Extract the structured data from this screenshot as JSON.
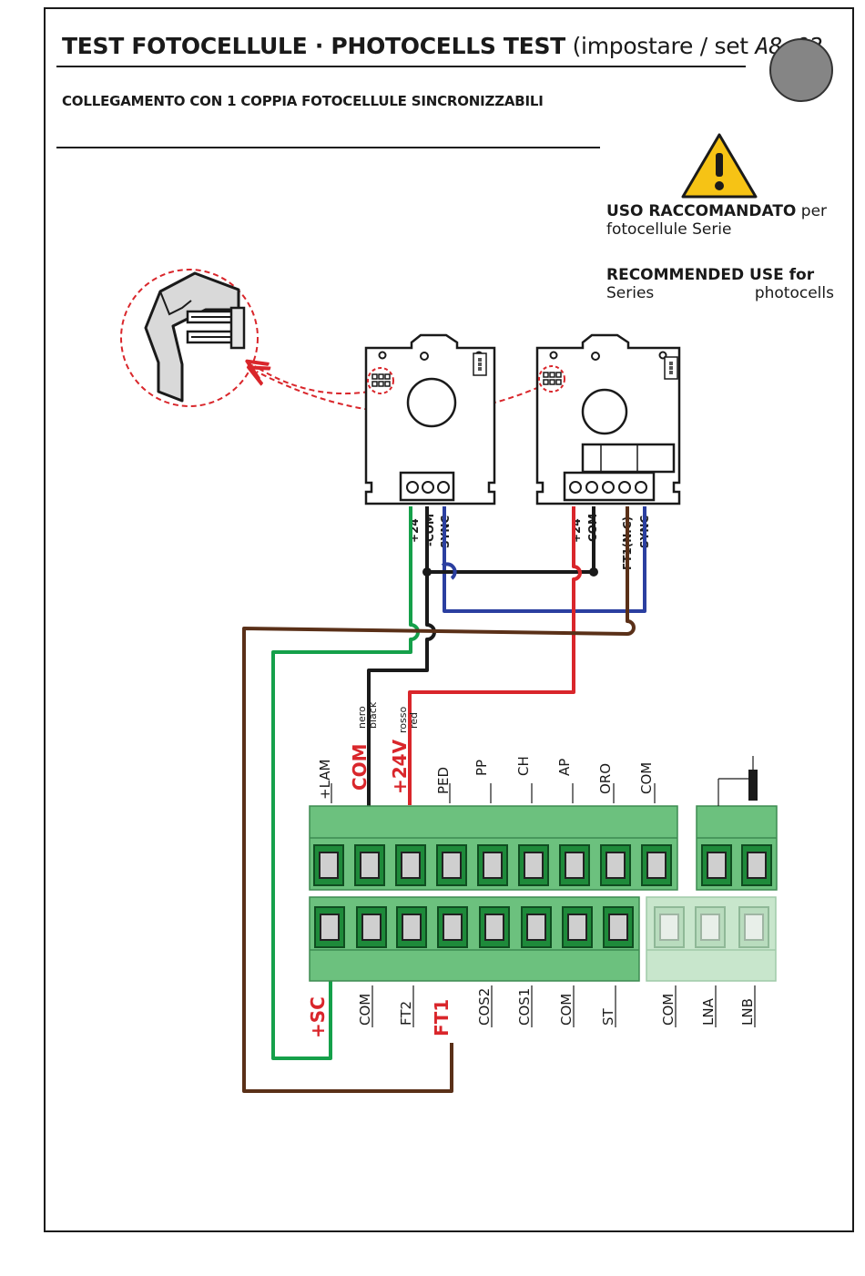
{
  "header": {
    "title_bold": "TEST FOTOCELLULE · PHOTOCELLS TEST",
    "title_rest": "(impostare / set",
    "setting_code": "A8 02",
    "subtitle": "COLLEGAMENTO CON 1 COPPIA FOTOCELLULE  SINCRONIZZABILI"
  },
  "notes": {
    "it_bold": "USO RACCOMANDATO",
    "it_rest": "per",
    "it_line2": "fotocellule Serie",
    "en_bold": "RECOMMENDED USE for",
    "en_word1": "Series",
    "en_word2": "photocells"
  },
  "photocell_left": {
    "terminals": [
      "+24",
      "-COM",
      "SYNC"
    ]
  },
  "photocell_right": {
    "terminals": [
      "+24",
      "-COM",
      "FT1(N.C)",
      "SYNC"
    ]
  },
  "wire_labels": {
    "black_it": "nero",
    "black_en": "black",
    "red_it": "rosso",
    "red_en": "red"
  },
  "board_top_labels": [
    "+LAM",
    "COM",
    "+24V",
    "PED",
    "PP",
    "CH",
    "AP",
    "ORO",
    "COM"
  ],
  "board_bottom_labels": [
    "+SC",
    "COM",
    "FT2",
    "FT1",
    "COS2",
    "COS1",
    "COM",
    "ST",
    "COM",
    "LNA",
    "LNB"
  ],
  "colors": {
    "wire_green": "#15a04a",
    "wire_black": "#1a1a1a",
    "wire_blue": "#2b3fa0",
    "wire_red": "#d9262b",
    "wire_brown": "#5a3018",
    "terminal_green": "#6cc17e",
    "terminal_dark": "#1e8a3a",
    "terminal_faded": "#c8e6cc",
    "dashed_red": "#d9262b",
    "warning_yellow": "#f6c315",
    "label_red": "#d9262b"
  },
  "icons": [
    "warning-icon",
    "connector-jumper-icon",
    "photocell-receiver-icon",
    "photocell-transmitter-icon"
  ]
}
